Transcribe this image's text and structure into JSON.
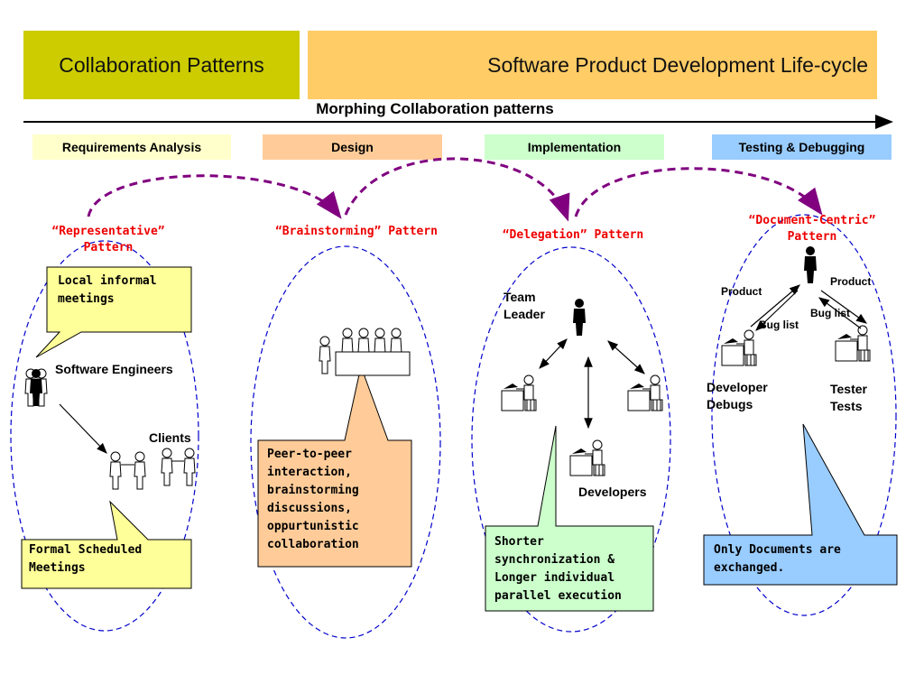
{
  "header": {
    "left_title": "Collaboration Patterns",
    "right_title": "Software Product Development Life-cycle"
  },
  "timeline_label": "Morphing Collaboration patterns",
  "phases": [
    {
      "label": "Requirements Analysis",
      "color": "#ffffcc"
    },
    {
      "label": "Design",
      "color": "#ffcc99"
    },
    {
      "label": "Implementation",
      "color": "#ccffcc"
    },
    {
      "label": "Testing & Debugging",
      "color": "#99ccff"
    }
  ],
  "patterns": [
    {
      "title": "“Representative” Pattern"
    },
    {
      "title": "“Brainstorming” Pattern"
    },
    {
      "title": "“Delegation” Pattern"
    },
    {
      "title": "“Document-Centric” Pattern"
    }
  ],
  "representative": {
    "callout_top": "Local informal meetings",
    "callout_bottom": "Formal Scheduled Meetings",
    "engineers_label": "Software Engineers",
    "clients_label": "Clients"
  },
  "brainstorming": {
    "callout": "Peer-to-peer interaction, brainstorming discussions, oppurtunistic collaboration"
  },
  "delegation": {
    "team_leader_label": "Team Leader",
    "developers_label": "Developers",
    "callout": "Shorter synchronization & Longer individual parallel execution"
  },
  "document_centric": {
    "product_left": "Product",
    "product_right": "Product",
    "bug_list_left": "Bug list",
    "bug_list_right": "Bug list",
    "developer_label": "Developer Debugs",
    "tester_label": "Tester Tests",
    "callout": "Only Documents are exchanged."
  },
  "colors": {
    "dashed_ellipse": "#0000cc",
    "morph_arc": "#800080",
    "pattern_title": "#ee0000",
    "callout_yellow": "#ffff99",
    "callout_orange": "#ffcc99",
    "callout_green": "#ccffcc",
    "callout_blue": "#99ccff"
  }
}
